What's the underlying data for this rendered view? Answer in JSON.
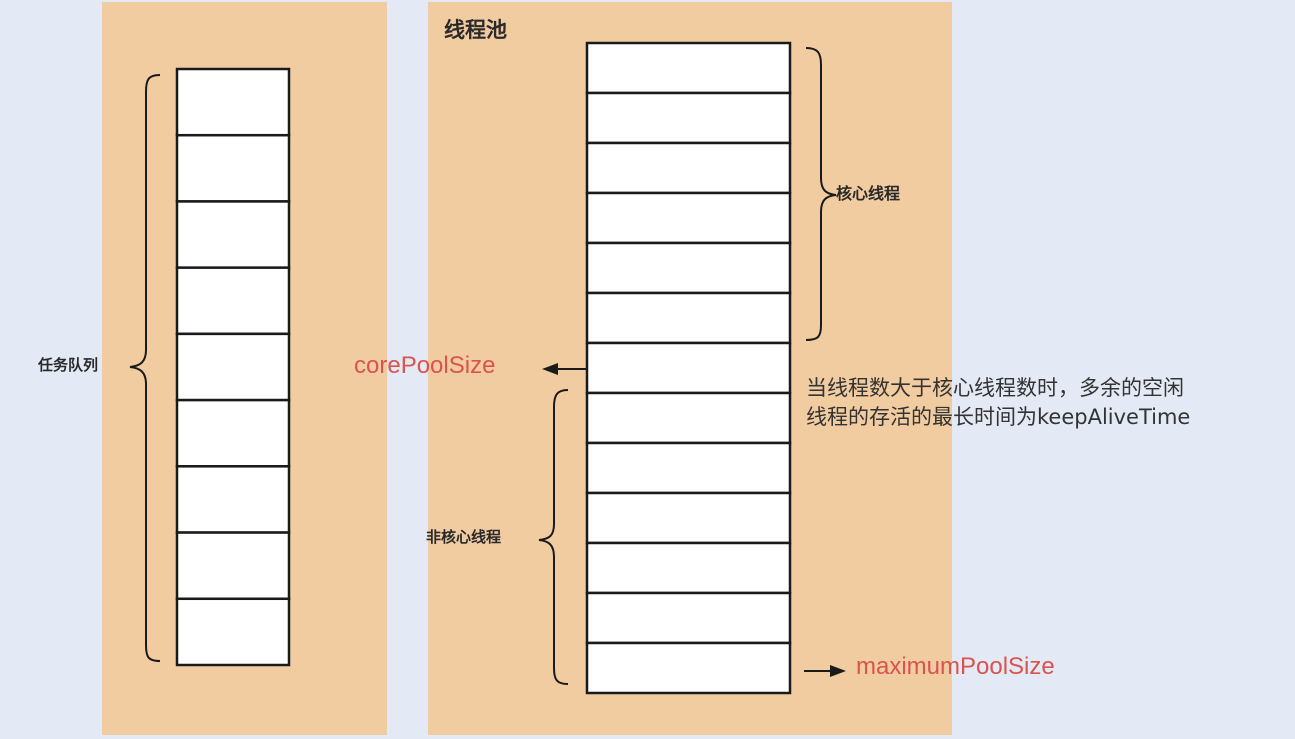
{
  "colors": {
    "background": "#e4eaf5",
    "panel": "#f2cca1",
    "cell_fill": "#ffffff",
    "stroke": "#1a1a1a",
    "highlight_text": "#d9534f"
  },
  "task_queue": {
    "label": "任务队列",
    "cell_count": 9
  },
  "thread_pool": {
    "title": "线程池",
    "core_threads_label": "核心线程",
    "core_thread_count": 6,
    "non_core_threads_label": "非核心线程",
    "non_core_thread_count": 6,
    "core_pool_size_label": "corePoolSize",
    "maximum_pool_size_label": "maximumPoolSize",
    "keep_alive_note": "当线程数大于核心线程数时，多余的空闲\n线程的存活的最长时间为keepAliveTime"
  }
}
